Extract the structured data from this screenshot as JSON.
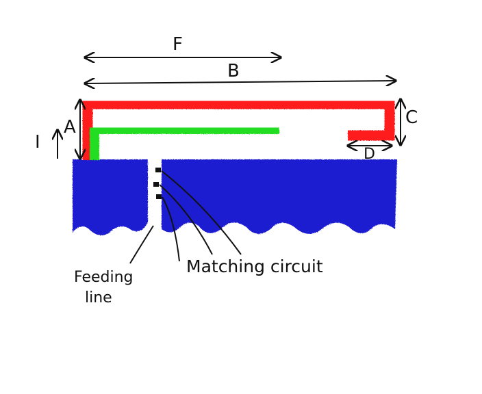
{
  "diagram": {
    "dimensions": {
      "f": "F",
      "b": "B",
      "a": "A",
      "i": "I",
      "c": "C",
      "d": "D"
    },
    "labels": {
      "feeding_line_1": "Feeding",
      "feeding_line_2": "line",
      "matching_circuit": "Matching circuit"
    },
    "colors": {
      "radiator_arm": "#ff1a1a",
      "parasitic_arm": "#22dd22",
      "feed_line": "#f2f21a",
      "ground_plane": "#1a1ad0",
      "ink": "#111111"
    }
  }
}
